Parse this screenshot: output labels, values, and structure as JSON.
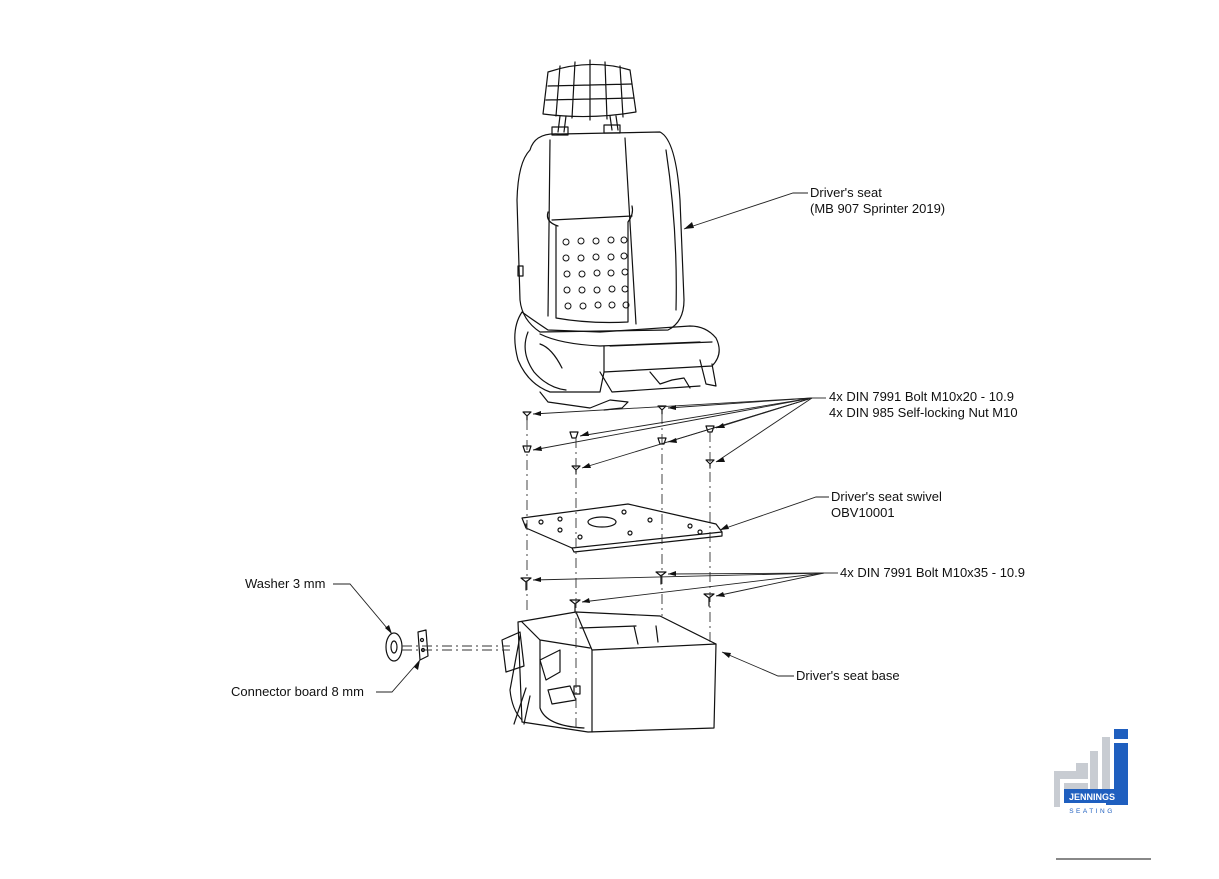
{
  "labels": {
    "drivers_seat_line1": "Driver's seat",
    "drivers_seat_line2": "(MB 907 Sprinter 2019)",
    "bolt_line1": "4x DIN 7991 Bolt M10x20 - 10.9",
    "bolt_line2": "4x DIN 985 Self-locking Nut M10",
    "swivel_line1": "Driver's seat swivel",
    "swivel_line2": "OBV10001",
    "bolt35": "4x DIN 7991 Bolt M10x35 - 10.9",
    "washer": "Washer 3 mm",
    "connector": "Connector board 8 mm",
    "seat_base": "Driver's seat base"
  },
  "logo": {
    "name": "JENNINGS",
    "subtitle": "SEATING",
    "colors": {
      "blue": "#1f5fbf",
      "grey": "#c8ccd2"
    }
  },
  "colors": {
    "line": "#111111"
  }
}
